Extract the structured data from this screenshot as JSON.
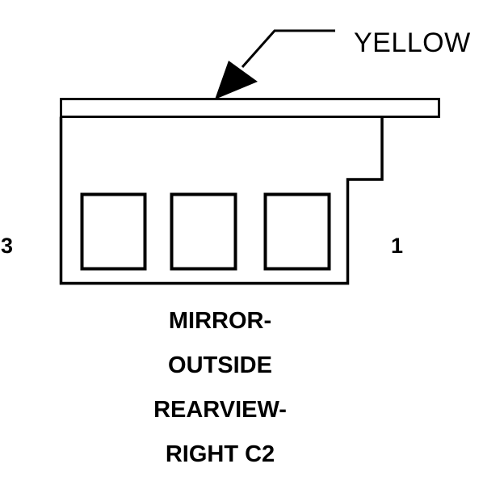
{
  "wire_color_label": "YELLOW",
  "pins": {
    "left": "3",
    "right": "1"
  },
  "connector_name": {
    "line1": "MIRROR-",
    "line2": "OUTSIDE",
    "line3": "REARVIEW-",
    "line4": "RIGHT C2"
  },
  "colors": {
    "ink": "#000000",
    "background": "#ffffff"
  },
  "cavity_count": 3
}
